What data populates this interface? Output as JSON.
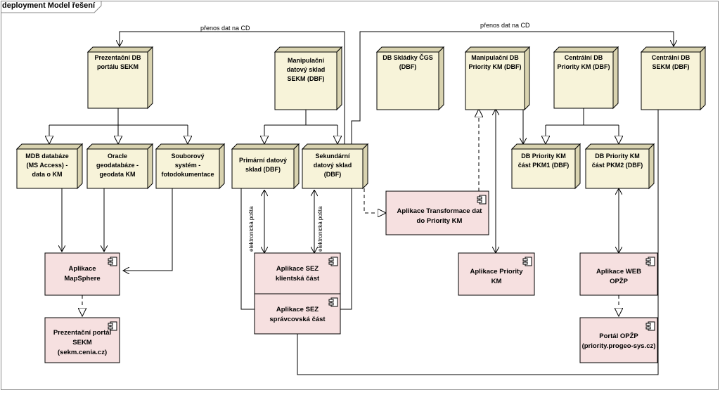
{
  "diagram": {
    "frame_title": "deployment Model řešení",
    "edge_labels": {
      "transfer_cd_left": "přenos dat na CD",
      "transfer_cd_right": "přenos dat na CD",
      "email_primary": "elektronická pošta",
      "email_secondary": "elektronická pošta"
    },
    "nodes": {
      "prezentacni_db": "Prezentační DB\nportálu SEKM",
      "manipulacni_sklad": "Manipulační\ndatový sklad\nSEKM (DBF)",
      "db_skladky": "DB Skládky ČGS\n(DBF)",
      "manipulacni_priority": "Manipulační DB\nPriority KM (DBF)",
      "centralni_priority": "Centrální DB\nPriority KM (DBF)",
      "centralni_sekm": "Centrální DB\nSEKM (DBF)",
      "mdb": "MDB databáze\n(MS Access) -\ndata o KM",
      "oracle": "Oracle\ngeodatabáze -\ngeodata KM",
      "souborovy": "Souborový\nsystém -\nfotodokumentace",
      "primarni": "Primární datový\nsklad (DBF)",
      "sekundarni": "Sekundární\ndatový sklad\n(DBF)",
      "pkm1": "DB Priority KM\nčást PKM1 (DBF)",
      "pkm2": "DB Priority KM\nčást PKM2 (DBF)"
    },
    "components": {
      "mapsphere": "Aplikace\nMapSphere",
      "portal_sekm": "Prezentační portál\nSEKM\n(sekm.cenia.cz)",
      "transformace": "Aplikace Transformace dat\ndo Priority KM",
      "sez_klient": "Aplikace SEZ\nklientská část",
      "sez_spravce": "Aplikace SEZ\nsprávcovská část",
      "app_priority": "Aplikace Priority\nKM",
      "web_opzp": "Aplikace WEB\nOPŽP",
      "portal_opzp": "Portál OPŽP\n(priority.progeo-sys.cz)"
    },
    "colors": {
      "node_fill": "#f7f3d9",
      "node_side": "#d9d3b0",
      "component_fill": "#f6e0e0",
      "stroke": "#000000"
    }
  }
}
